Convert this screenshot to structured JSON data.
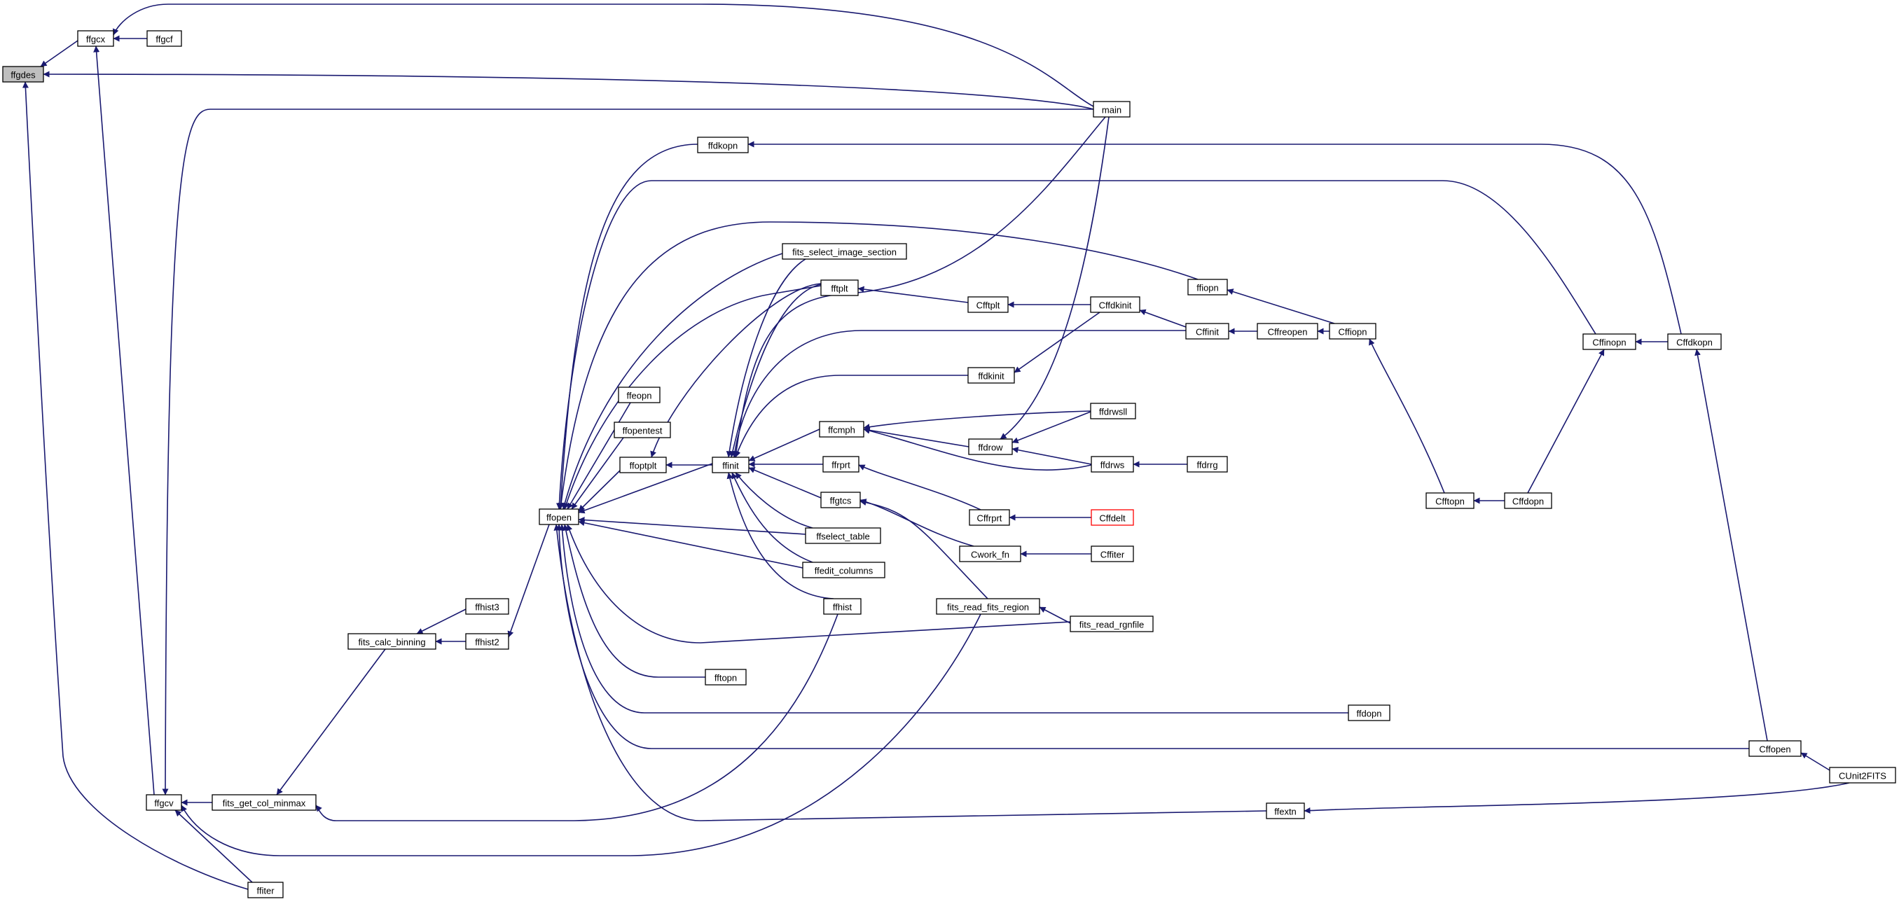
{
  "diagram": {
    "colors": {
      "edge": "#191970",
      "node_border": "#000000",
      "node_fill": "#ffffff",
      "current_fill": "#bfbfbf",
      "highlight_border": "#ff0000"
    },
    "nodes": [
      {
        "id": "ffgdes",
        "label": "ffgdes"
      },
      {
        "id": "ffgcx",
        "label": "ffgcx"
      },
      {
        "id": "ffgcf",
        "label": "ffgcf"
      },
      {
        "id": "main",
        "label": "main"
      },
      {
        "id": "ffgcv",
        "label": "ffgcv"
      },
      {
        "id": "fits_get_col_minmax",
        "label": "fits_get_col_minmax"
      },
      {
        "id": "ffiter",
        "label": "ffiter"
      },
      {
        "id": "fits_calc_binning",
        "label": "fits_calc_binning"
      },
      {
        "id": "ffhist3",
        "label": "ffhist3"
      },
      {
        "id": "ffhist2",
        "label": "ffhist2"
      },
      {
        "id": "ffopen",
        "label": "ffopen"
      },
      {
        "id": "ffdkopn",
        "label": "ffdkopn"
      },
      {
        "id": "ffeopn",
        "label": "ffeopn"
      },
      {
        "id": "ffopentest",
        "label": "ffopentest"
      },
      {
        "id": "ffoptplt",
        "label": "ffoptplt"
      },
      {
        "id": "ffinit",
        "label": "ffinit"
      },
      {
        "id": "fits_select_image_section",
        "label": "fits_select_image_section"
      },
      {
        "id": "fftplt",
        "label": "fftplt"
      },
      {
        "id": "ffcmph",
        "label": "ffcmph"
      },
      {
        "id": "ffrprt",
        "label": "ffrprt"
      },
      {
        "id": "ffgtcs",
        "label": "ffgtcs"
      },
      {
        "id": "ffselect_table",
        "label": "ffselect_table"
      },
      {
        "id": "ffedit_columns",
        "label": "ffedit_columns"
      },
      {
        "id": "ffhist",
        "label": "ffhist"
      },
      {
        "id": "fits_read_fits_region",
        "label": "fits_read_fits_region"
      },
      {
        "id": "fits_read_rgnfile",
        "label": "fits_read_rgnfile"
      },
      {
        "id": "fftopn",
        "label": "fftopn"
      },
      {
        "id": "ffdopn",
        "label": "ffdopn"
      },
      {
        "id": "ffextn",
        "label": "ffextn"
      },
      {
        "id": "Cfftplt",
        "label": "Cfftplt"
      },
      {
        "id": "Cffdkinit",
        "label": "Cffdkinit"
      },
      {
        "id": "ffdkinit",
        "label": "ffdkinit"
      },
      {
        "id": "ffdrow",
        "label": "ffdrow"
      },
      {
        "id": "ffdrwsll",
        "label": "ffdrwsll"
      },
      {
        "id": "ffdrws",
        "label": "ffdrws"
      },
      {
        "id": "ffdrrg",
        "label": "ffdrrg"
      },
      {
        "id": "Cffrprt",
        "label": "Cffrprt"
      },
      {
        "id": "Cffdelt",
        "label": "Cffdelt",
        "highlight": true
      },
      {
        "id": "Cwork_fn",
        "label": "Cwork_fn"
      },
      {
        "id": "Cffiter",
        "label": "Cffiter"
      },
      {
        "id": "ffiopn",
        "label": "ffiopn"
      },
      {
        "id": "Cffinit",
        "label": "Cffinit"
      },
      {
        "id": "Cffreopen",
        "label": "Cffreopen"
      },
      {
        "id": "Cffiopn",
        "label": "Cffiopn"
      },
      {
        "id": "Cfftopn",
        "label": "Cfftopn"
      },
      {
        "id": "Cffdopn",
        "label": "Cffdopn"
      },
      {
        "id": "Cffopen",
        "label": "Cffopen"
      },
      {
        "id": "CUnit2FITS",
        "label": "CUnit2FITS"
      },
      {
        "id": "Cffinopn",
        "label": "Cffinopn"
      },
      {
        "id": "Cffdkopn",
        "label": "Cffdkopn"
      }
    ],
    "edges": [
      {
        "from": "ffgcx",
        "to": "ffgdes"
      },
      {
        "from": "main",
        "to": "ffgdes"
      },
      {
        "from": "ffgcv",
        "to": "ffgdes"
      },
      {
        "from": "ffiter",
        "to": "ffgdes"
      },
      {
        "from": "ffgcf",
        "to": "ffgcx"
      },
      {
        "from": "main",
        "to": "ffgcx"
      },
      {
        "from": "ffgcv",
        "to": "ffgcx"
      },
      {
        "from": "main",
        "to": "ffgcv"
      },
      {
        "from": "fits_get_col_minmax",
        "to": "ffgcv"
      },
      {
        "from": "ffiter",
        "to": "ffgcv"
      },
      {
        "from": "fits_read_fits_region",
        "to": "ffgcv"
      },
      {
        "from": "fits_calc_binning",
        "to": "fits_get_col_minmax"
      },
      {
        "from": "ffhist",
        "to": "fits_get_col_minmax"
      },
      {
        "from": "ffhist3",
        "to": "fits_calc_binning"
      },
      {
        "from": "ffhist2",
        "to": "fits_calc_binning"
      },
      {
        "from": "ffopen",
        "to": "ffhist2"
      },
      {
        "from": "ffdkopn",
        "to": "ffopen"
      },
      {
        "from": "Cffinopn",
        "to": "ffopen"
      },
      {
        "from": "ffiopn",
        "to": "ffopen"
      },
      {
        "from": "fits_select_image_section",
        "to": "ffopen"
      },
      {
        "from": "fftplt",
        "to": "ffopen"
      },
      {
        "from": "ffeopn",
        "to": "ffopen"
      },
      {
        "from": "ffopentest",
        "to": "ffopen"
      },
      {
        "from": "ffoptplt",
        "to": "ffopen"
      },
      {
        "from": "ffinit",
        "to": "ffopen"
      },
      {
        "from": "ffselect_table",
        "to": "ffopen"
      },
      {
        "from": "ffedit_columns",
        "to": "ffopen"
      },
      {
        "from": "fits_read_rgnfile",
        "to": "ffopen"
      },
      {
        "from": "fftopn",
        "to": "ffopen"
      },
      {
        "from": "ffdopn",
        "to": "ffopen"
      },
      {
        "from": "Cffopen",
        "to": "ffopen"
      },
      {
        "from": "ffextn",
        "to": "ffopen"
      },
      {
        "from": "Cffdkopn",
        "to": "ffdkopn"
      },
      {
        "from": "ffinit",
        "to": "ffoptplt"
      },
      {
        "from": "fftplt",
        "to": "ffoptplt"
      },
      {
        "from": "main",
        "to": "ffinit"
      },
      {
        "from": "fits_select_image_section",
        "to": "ffinit"
      },
      {
        "from": "fftplt",
        "to": "ffinit"
      },
      {
        "from": "Cffinit",
        "to": "ffinit"
      },
      {
        "from": "ffdkinit",
        "to": "ffinit"
      },
      {
        "from": "ffcmph",
        "to": "ffinit"
      },
      {
        "from": "ffrprt",
        "to": "ffinit"
      },
      {
        "from": "ffgtcs",
        "to": "ffinit"
      },
      {
        "from": "ffselect_table",
        "to": "ffinit"
      },
      {
        "from": "ffedit_columns",
        "to": "ffinit"
      },
      {
        "from": "ffhist",
        "to": "ffinit"
      },
      {
        "from": "Cfftplt",
        "to": "fftplt"
      },
      {
        "from": "Cffdkinit",
        "to": "Cfftplt"
      },
      {
        "from": "Cffinit",
        "to": "Cffdkinit"
      },
      {
        "from": "Cffdkinit",
        "to": "ffdkinit"
      },
      {
        "from": "ffdrow",
        "to": "ffcmph"
      },
      {
        "from": "ffdrwsll",
        "to": "ffcmph"
      },
      {
        "from": "ffdrws",
        "to": "ffcmph"
      },
      {
        "from": "main",
        "to": "ffdrow"
      },
      {
        "from": "ffdrwsll",
        "to": "ffdrow"
      },
      {
        "from": "ffdrws",
        "to": "ffdrow"
      },
      {
        "from": "ffdrrg",
        "to": "ffdrws"
      },
      {
        "from": "Cffrprt",
        "to": "ffrprt"
      },
      {
        "from": "Cffdelt",
        "to": "Cffrprt"
      },
      {
        "from": "Cwork_fn",
        "to": "ffgtcs"
      },
      {
        "from": "fits_read_fits_region",
        "to": "ffgtcs"
      },
      {
        "from": "Cffiter",
        "to": "Cwork_fn"
      },
      {
        "from": "fits_read_rgnfile",
        "to": "fits_read_fits_region"
      },
      {
        "from": "Cffiopn",
        "to": "ffiopn"
      },
      {
        "from": "Cffreopen",
        "to": "Cffinit"
      },
      {
        "from": "Cffiopn",
        "to": "Cffreopen"
      },
      {
        "from": "Cfftopn",
        "to": "Cffiopn"
      },
      {
        "from": "Cffdopn",
        "to": "Cfftopn"
      },
      {
        "from": "Cffdopn",
        "to": "Cffinopn"
      },
      {
        "from": "Cffinopn",
        "to": "Cffdkopn"
      },
      {
        "from": "Cffopen",
        "to": "Cffdkopn"
      },
      {
        "from": "CUnit2FITS",
        "to": "Cffopen"
      },
      {
        "from": "CUnit2FITS",
        "to": "ffextn"
      }
    ]
  }
}
